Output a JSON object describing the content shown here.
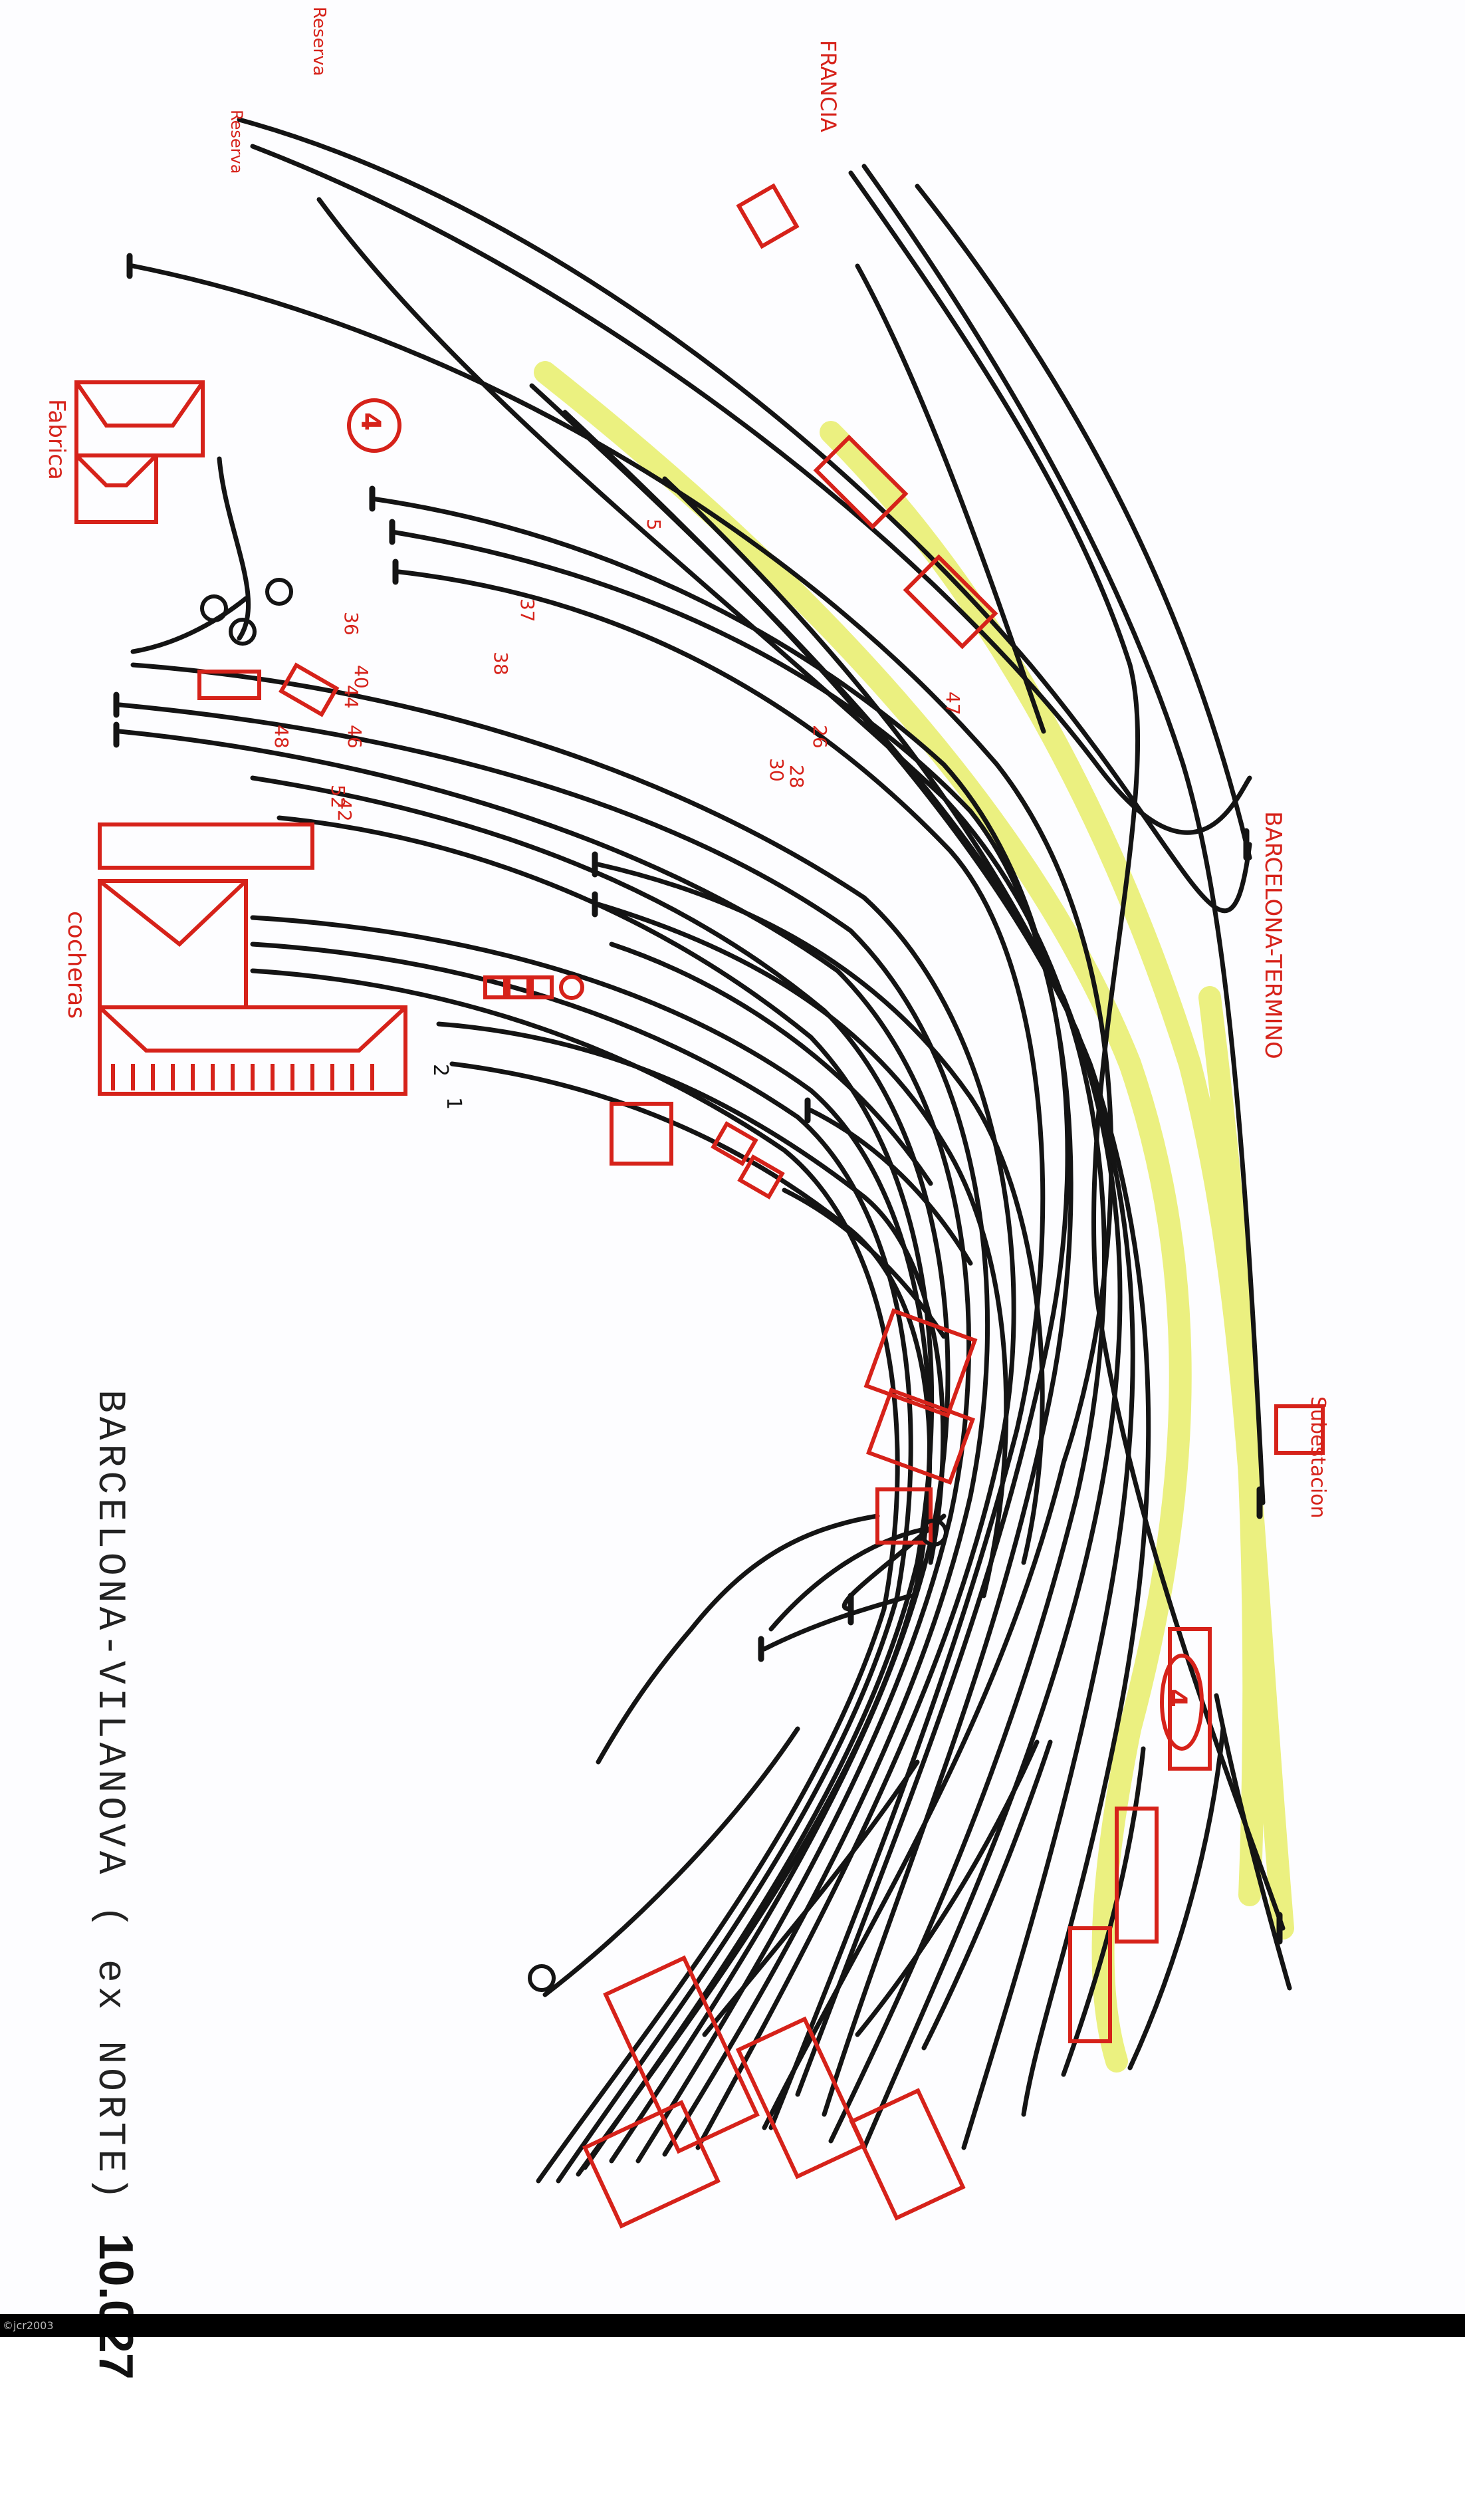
{
  "diagram": {
    "title": "BARCELONA-VILANOVA ( ex NORTE)",
    "sheet_number": "10.027",
    "labels": {
      "fabrica": "Fabrica",
      "cocheras": "cocheras",
      "frances": "FRANCIA",
      "barcelona_terminal": "BARCELONA-TERMINO",
      "subestacion": "Subestacion",
      "top_left": "Reserva",
      "top_left_2": "Reserva"
    },
    "track_numbers": [
      "1",
      "2",
      "5",
      "26",
      "28",
      "30",
      "36",
      "37",
      "38",
      "40",
      "42",
      "44",
      "46",
      "47",
      "48",
      "52"
    ],
    "circled_marks": [
      "4",
      "4"
    ],
    "colors": {
      "track": "#141414",
      "building": "#d6221a",
      "highlight": "#e8ee6a",
      "background": "#fdfdff"
    }
  },
  "footer": {
    "copyright": "©jcr2003"
  }
}
